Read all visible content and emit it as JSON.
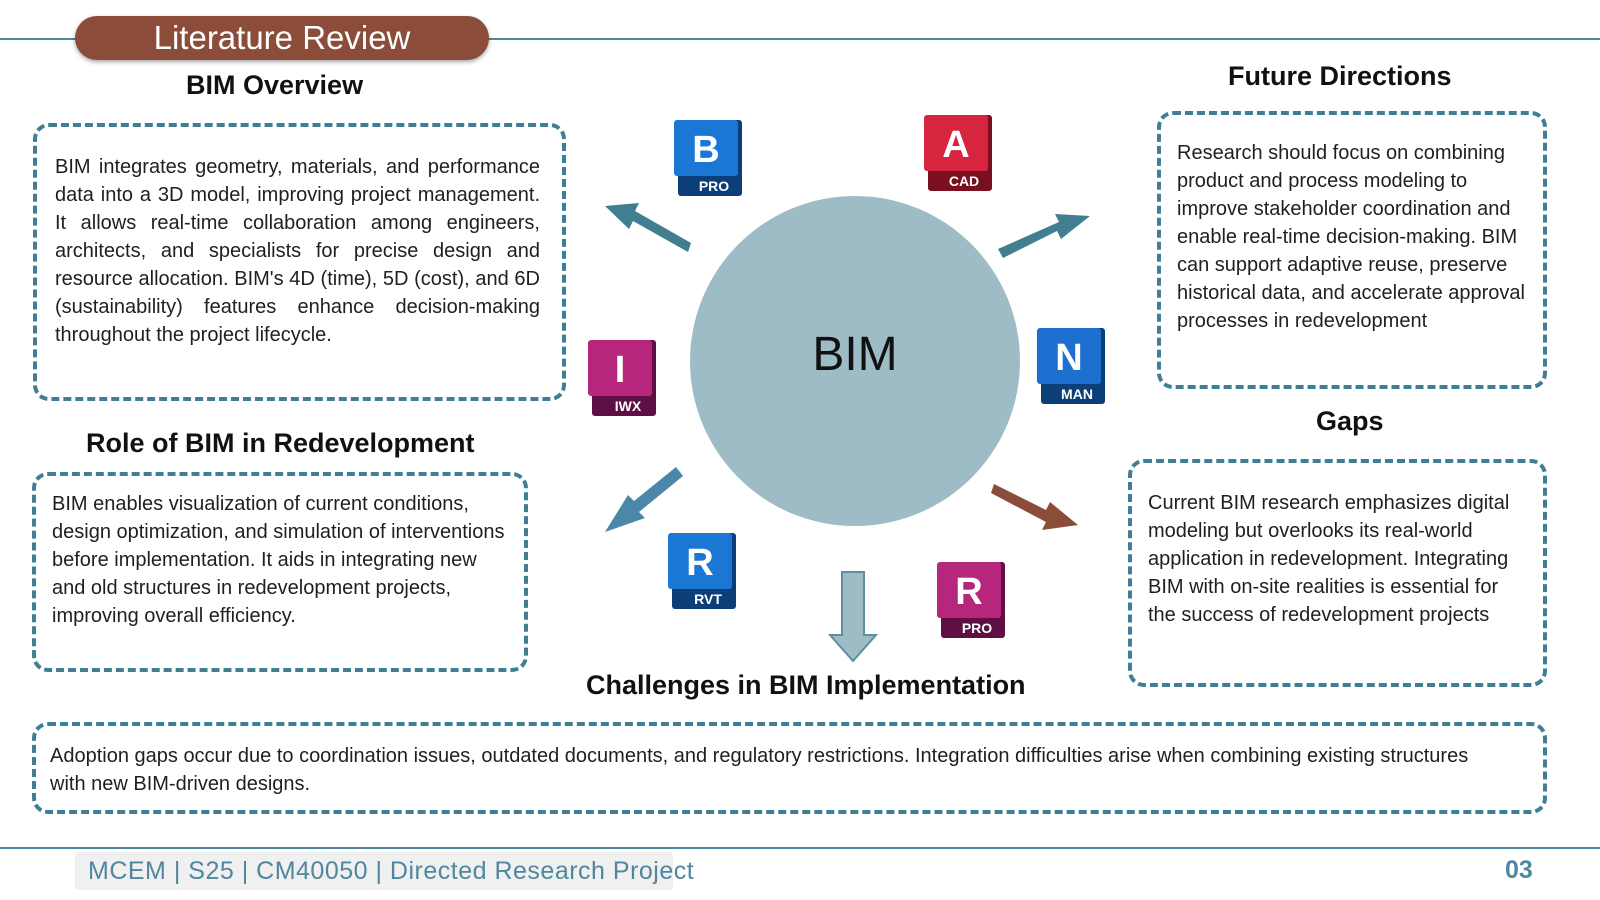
{
  "slide": {
    "title": "Literature Review",
    "center_label": "BIM",
    "footer": "MCEM | S25 | CM40050 | Directed Research  Project",
    "page_number": "03"
  },
  "sections": {
    "overview": {
      "heading": "BIM Overview",
      "text": "BIM integrates geometry, materials, and performance data into a 3D model, improving project management. It allows real-time collaboration among engineers, architects, and specialists for precise design and resource allocation. BIM's 4D (time), 5D (cost), and 6D (sustainability) features enhance decision-making throughout the project lifecycle."
    },
    "role": {
      "heading": "Role of BIM in Redevelopment",
      "text": "BIM enables visualization of current conditions, design optimization, and simulation of interventions before implementation.  It aids in integrating new and old structures in redevelopment projects, improving overall efficiency."
    },
    "future": {
      "heading": "Future Directions",
      "text": "Research should focus on combining product and process modeling to improve stakeholder coordination and enable real-time decision-making. BIM can support adaptive reuse, preserve historical data, and accelerate approval processes in redevelopment"
    },
    "gaps": {
      "heading": "Gaps",
      "text": "Current BIM research emphasizes digital modeling but overlooks its real-world application in redevelopment. Integrating BIM with on-site realities is essential for the success of redevelopment projects"
    },
    "challenges": {
      "heading": "Challenges in BIM Implementation",
      "text": "Adoption gaps occur due to coordination issues, outdated documents, and regulatory restrictions. Integration difficulties arise when combining existing structures with new BIM-driven designs."
    }
  },
  "apps": {
    "bim_pro": {
      "letter": "B",
      "tag": "PRO",
      "color": "#1a78d4"
    },
    "autocad": {
      "letter": "A",
      "tag": "CAD",
      "color": "#d6253e"
    },
    "infraworks": {
      "letter": "I",
      "tag": "IWX",
      "color": "#b5267c"
    },
    "navisworks": {
      "letter": "N",
      "tag": "MAN",
      "color": "#1d6fd0"
    },
    "revit": {
      "letter": "R",
      "tag": "RVT",
      "color": "#1a78d4"
    },
    "recap_pro": {
      "letter": "R",
      "tag": "PRO",
      "color": "#b5267c"
    }
  },
  "colors": {
    "accent": "#3f7f96",
    "title_pill": "#8b4d3a",
    "circle": "#9ebcc6",
    "arrow_teal": "#417e8f",
    "arrow_brown": "#8b4d3a",
    "arrow_light": "#9ebcc6"
  }
}
